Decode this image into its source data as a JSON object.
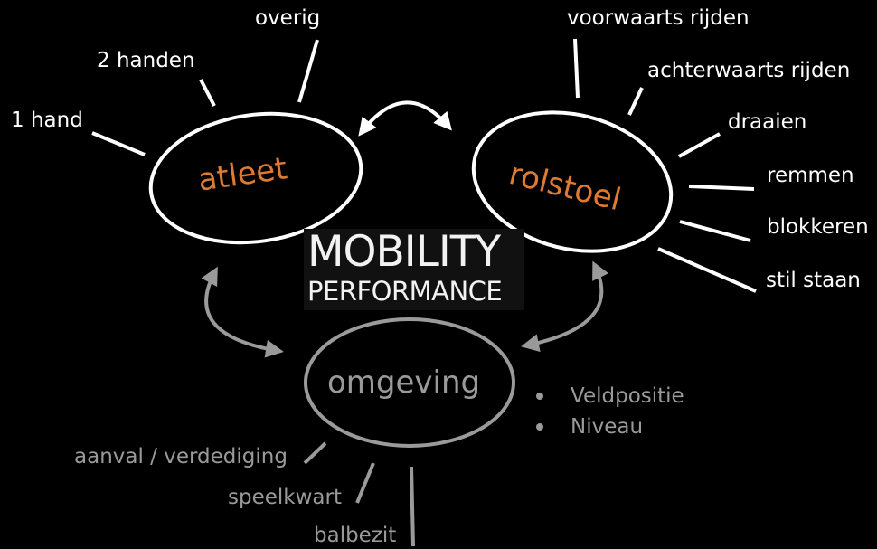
{
  "logo": {
    "line1": "MOBILITY",
    "line2": "PERFORMANCE"
  },
  "nodes": {
    "athlete": "atleet",
    "wheelchair": "rolstoel",
    "environment": "omgeving"
  },
  "athlete_factors": [
    "1 hand",
    "2 handen",
    "overig"
  ],
  "wheelchair_factors": [
    "voorwaarts rijden",
    "achterwaarts rijden",
    "draaien",
    "remmen",
    "blokkeren",
    "stil staan"
  ],
  "environment_factors": [
    "aanval / verdediging",
    "speelkwart",
    "balbezit"
  ],
  "environment_bullets": [
    "Veldpositie",
    "Niveau"
  ],
  "colors": {
    "background": "#000000",
    "primary": "#ffffff",
    "muted": "#9a9a9a",
    "accent": "#e07a2e"
  }
}
